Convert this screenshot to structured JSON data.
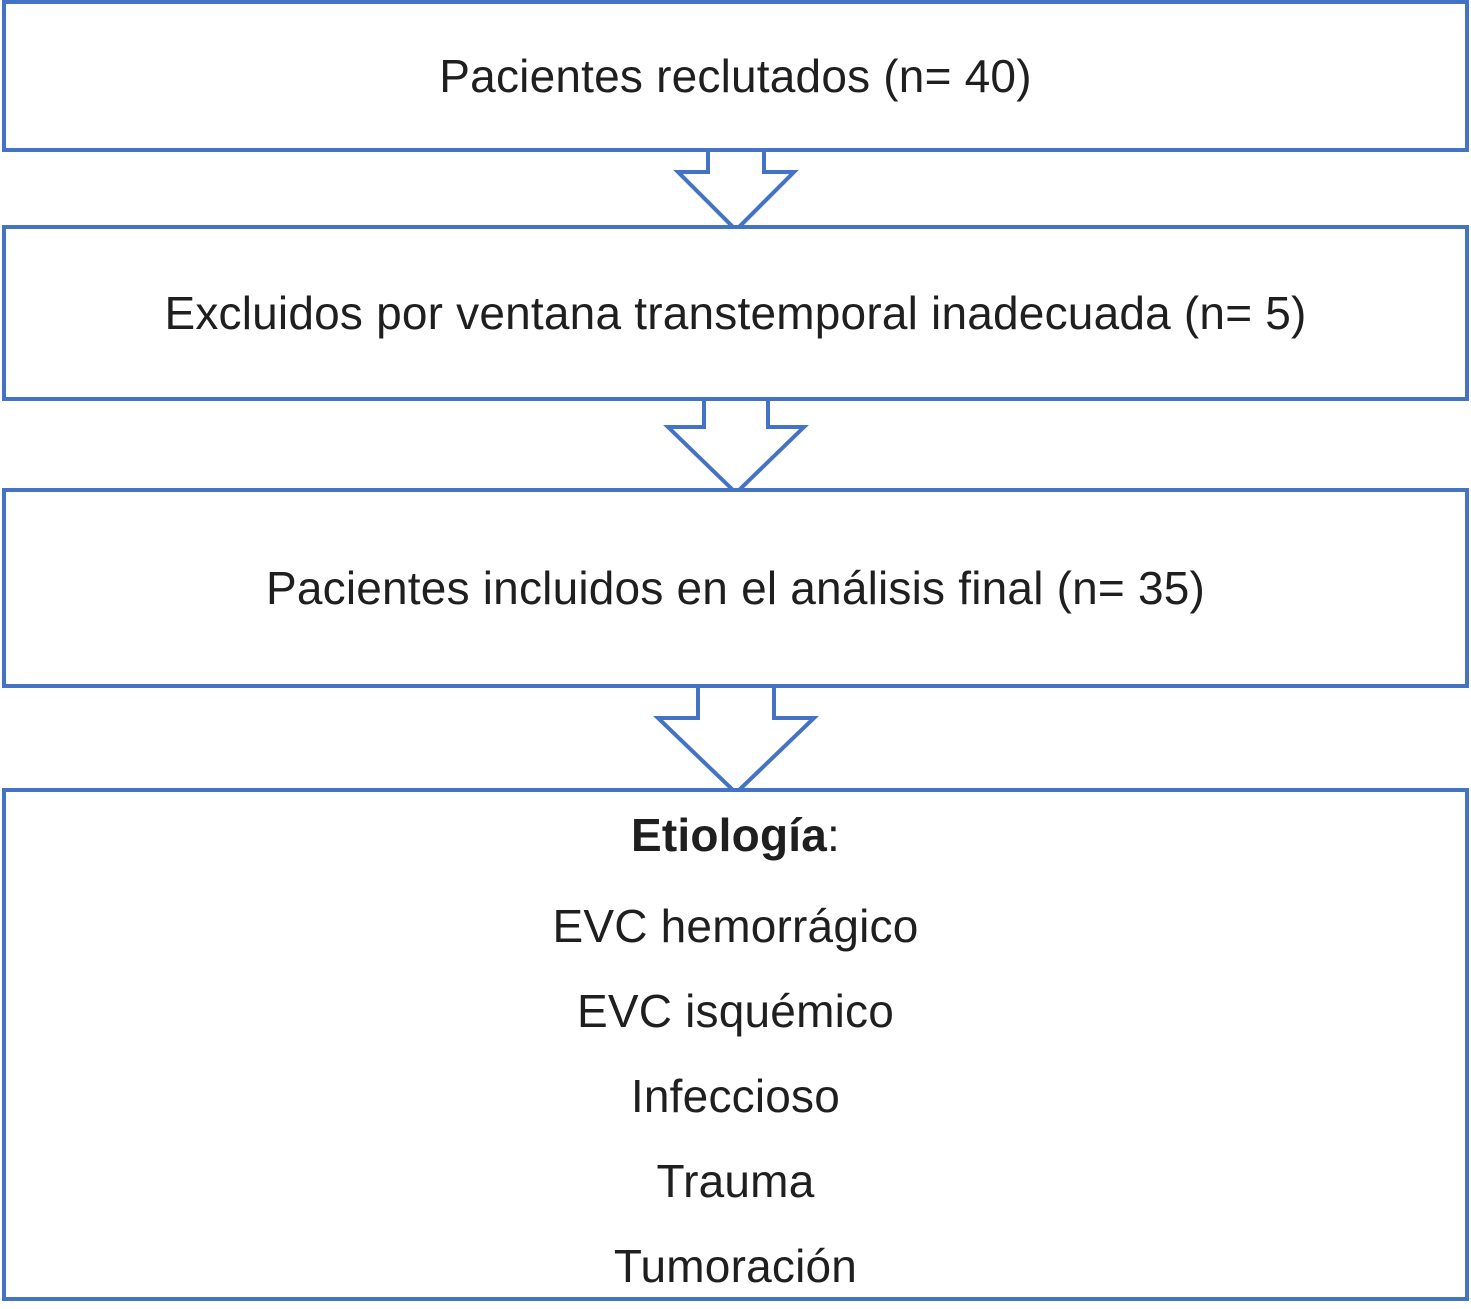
{
  "flowchart": {
    "steps": [
      {
        "label": "Pacientes reclutados (n= 40)"
      },
      {
        "label": "Excluidos por ventana transtemporal inadecuada (n= 5)"
      },
      {
        "label": "Pacientes incluidos en el análisis final (n= 35)"
      }
    ],
    "etiology": {
      "heading": "Etiología",
      "heading_suffix": ":",
      "items": [
        "EVC hemorrágico",
        "EVC isquémico",
        "Infeccioso",
        "Trauma",
        "Tumoración"
      ]
    },
    "colors": {
      "border": "#4472c4",
      "text": "#1f1f1f"
    }
  }
}
